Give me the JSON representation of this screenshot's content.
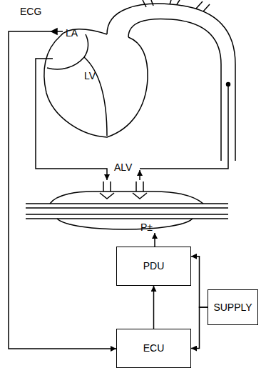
{
  "diagram": {
    "nodes": [
      {
        "text": [
          "PDU"
        ]
      },
      {
        "text": [
          "SUPPLY"
        ]
      },
      {
        "text": [
          "ECU"
        ]
      }
    ],
    "edges": [
      {
        "from": 2,
        "to": 0,
        "arrow": "to"
      },
      {
        "from": 1,
        "to": 0,
        "arrow": "to"
      },
      {
        "from": 1,
        "to": 2,
        "arrow": "to"
      }
    ],
    "labels": [
      "ECG",
      "LA",
      "LV",
      "ALV",
      "P±"
    ]
  }
}
